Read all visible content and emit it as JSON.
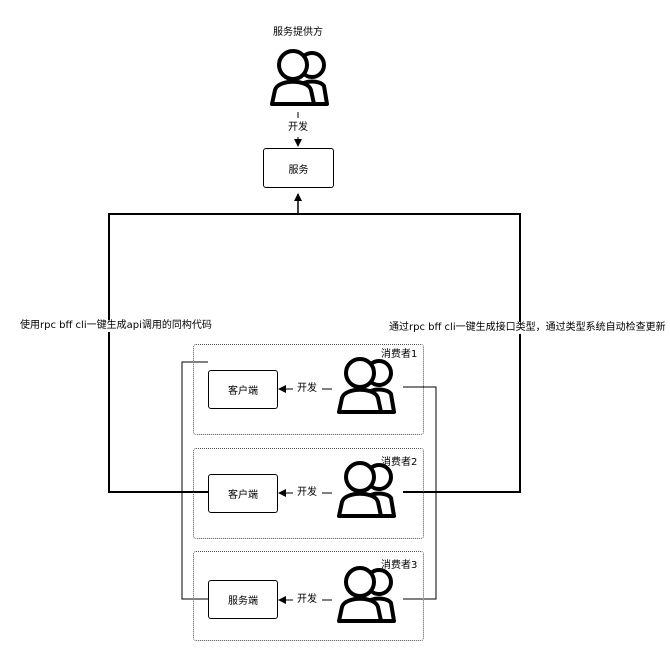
{
  "provider": {
    "title": "服务提供方",
    "dev_label": "开发",
    "service_label": "服务"
  },
  "left_note": "使用rpc bff cli一键生成api调用的同构代码",
  "right_note": "通过rpc bff cli一键生成接口类型，通过类型系统自动检查更新",
  "consumers": [
    {
      "name": "消费者1",
      "box": "客户端",
      "dev_label": "开发"
    },
    {
      "name": "消费者2",
      "box": "客户端",
      "dev_label": "开发"
    },
    {
      "name": "消费者3",
      "box": "服务端",
      "dev_label": "开发"
    }
  ]
}
